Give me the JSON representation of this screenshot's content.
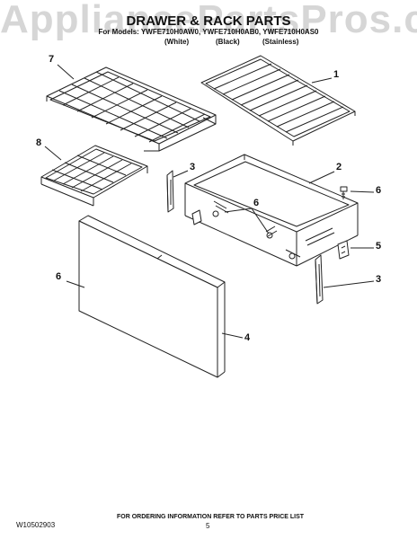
{
  "header": {
    "watermark": "AppliancePartsPros.com",
    "title": "DRAWER & RACK PARTS",
    "models": "For Models: YWFE710H0AW0, YWFE710H0AB0, YWFE710H0AS0",
    "variants": [
      "(White)",
      "(Black)",
      "(Stainless)"
    ]
  },
  "callouts": [
    "7",
    "1",
    "8",
    "3",
    "2",
    "6",
    "6",
    "5",
    "6",
    "3",
    "4"
  ],
  "footer": {
    "ordering_note": "FOR ORDERING INFORMATION REFER TO PARTS PRICE LIST",
    "part_number": "W10502903",
    "page": "5"
  }
}
